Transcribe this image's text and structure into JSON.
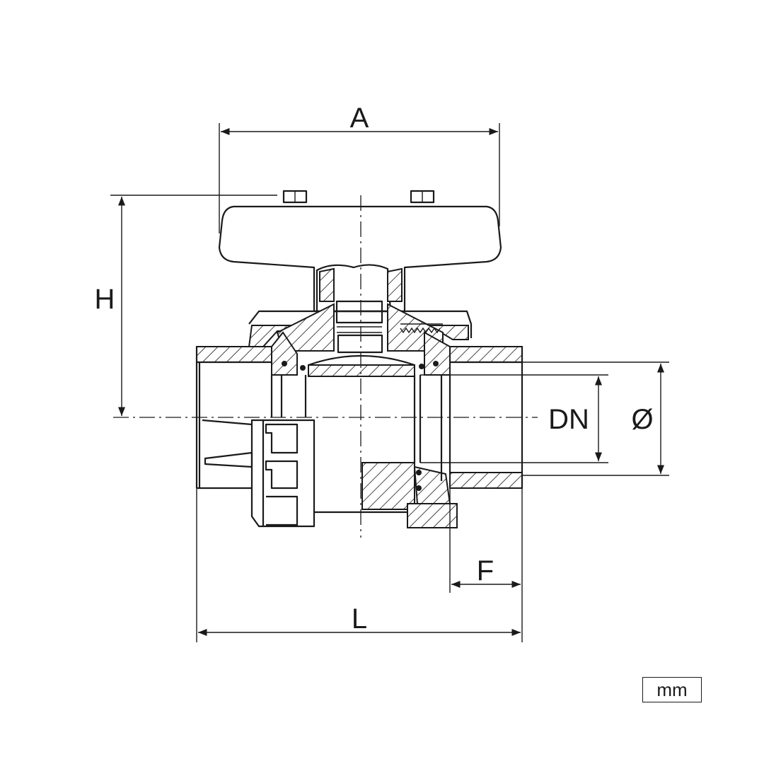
{
  "dimensions": {
    "A": "A",
    "H": "H",
    "DN": "DN",
    "diameter": "Ø",
    "F": "F",
    "L": "L"
  },
  "unit": "mm"
}
